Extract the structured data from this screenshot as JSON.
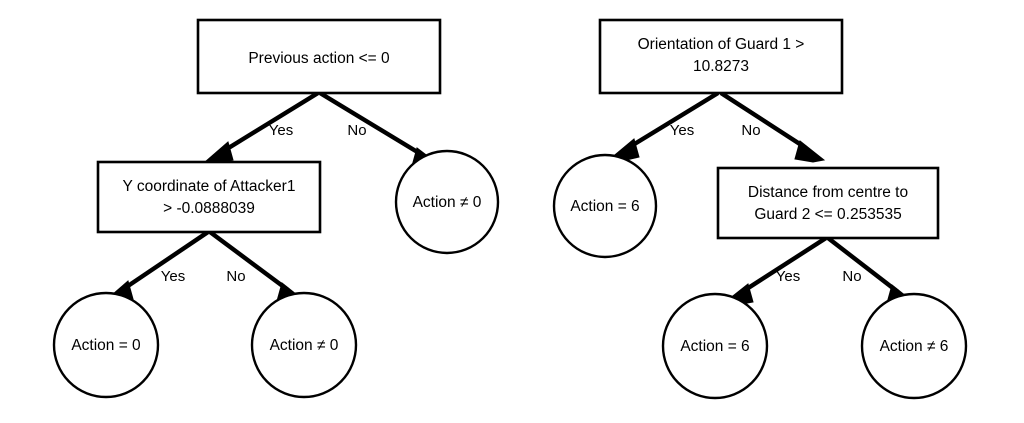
{
  "figure": {
    "type": "decision-tree-diagram",
    "background_color": "#ffffff",
    "stroke_color": "#000000",
    "trees": [
      {
        "id": "tree-left",
        "root": {
          "label": "Previous action <= 0",
          "shape": "rectangle"
        },
        "edges": {
          "root_yes": "Yes",
          "root_no": "No",
          "child_yes": "Yes",
          "child_no": "No"
        },
        "internal": {
          "line1": "Y coordinate of Attacker1",
          "line2": "> -0.0888039",
          "shape": "rectangle"
        },
        "leaves": {
          "root_no_leaf": "Action ≠ 0",
          "child_yes_leaf": "Action = 0",
          "child_no_leaf": "Action ≠ 0"
        }
      },
      {
        "id": "tree-right",
        "root": {
          "line1": "Orientation of Guard 1 >",
          "line2": "10.8273",
          "shape": "rectangle"
        },
        "edges": {
          "root_yes": "Yes",
          "root_no": "No",
          "child_yes": "Yes",
          "child_no": "No"
        },
        "internal": {
          "line1": "Distance from centre to",
          "line2": "Guard 2 <= 0.253535",
          "shape": "rectangle"
        },
        "leaves": {
          "root_yes_leaf": "Action = 6",
          "child_yes_leaf": "Action = 6",
          "child_no_leaf": "Action ≠ 6"
        }
      }
    ]
  }
}
